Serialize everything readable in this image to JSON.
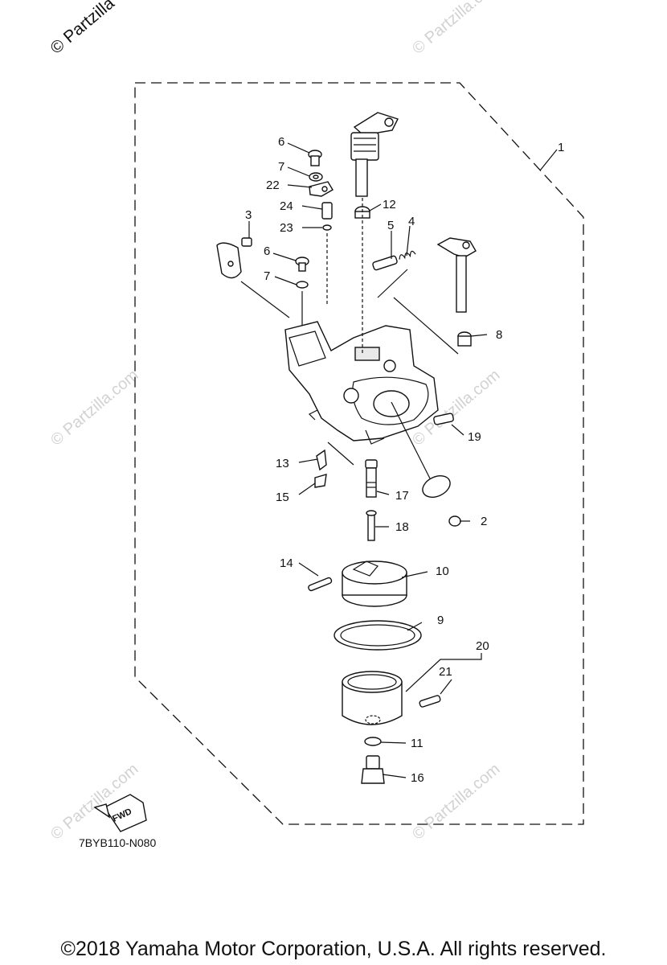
{
  "watermarks": {
    "corner": "© Partzilla",
    "diagonal": "© Partzilla.com"
  },
  "diagram_code": "7BYB110-N080",
  "fwd_label": "FWD",
  "copyright": "©2018  Yamaha Motor Corporation, U.S.A. All rights reserved.",
  "callouts": {
    "c1": "1",
    "c2": "2",
    "c3": "3",
    "c4": "4",
    "c5": "5",
    "c6a": "6",
    "c6b": "6",
    "c7a": "7",
    "c7b": "7",
    "c8": "8",
    "c9": "9",
    "c10": "10",
    "c11": "11",
    "c12": "12",
    "c13": "13",
    "c14": "14",
    "c15": "15",
    "c16": "16",
    "c17": "17",
    "c18": "18",
    "c19": "19",
    "c20": "20",
    "c21": "21",
    "c22": "22",
    "c23": "23",
    "c24": "24"
  }
}
